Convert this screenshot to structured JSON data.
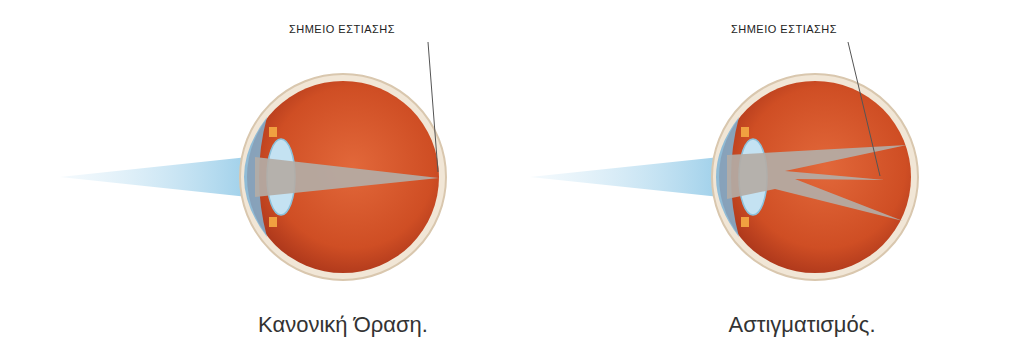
{
  "diagram": {
    "labels": [
      "ΣΗΜΕΙΟ ΕΣΤΙΑΣΗΣ",
      "ΣΗΜΕΙΟ ΕΣΤΙΑΣΗΣ",
      "Κανονική Όραση.",
      "Αστιγματισμός."
    ]
  }
}
